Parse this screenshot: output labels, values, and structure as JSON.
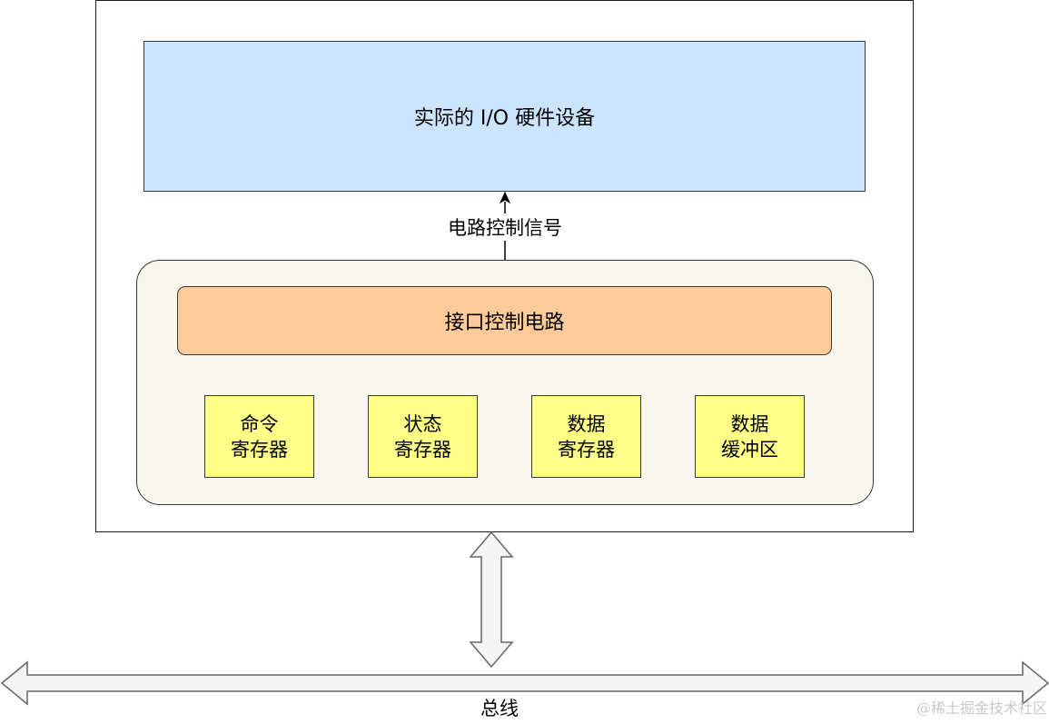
{
  "device": {
    "label": "实际的 I/O 硬件设备"
  },
  "signal": {
    "label": "电路控制信号"
  },
  "interface": {
    "control_label": "接口控制电路",
    "registers": [
      {
        "line1": "命令",
        "line2": "寄存器"
      },
      {
        "line1": "状态",
        "line2": "寄存器"
      },
      {
        "line1": "数据",
        "line2": "寄存器"
      },
      {
        "line1": "数据",
        "line2": "缓冲区"
      }
    ]
  },
  "bus": {
    "label": "总线"
  },
  "watermark": {
    "text": "@稀土掘金技术社区"
  },
  "colors": {
    "device_fill": "#cce5ff",
    "panel_fill": "#f9f7ed",
    "control_fill": "#ffcc99",
    "register_fill": "#ffff88",
    "arrow_fill": "#f5f5f5",
    "stroke": "#36393d"
  }
}
